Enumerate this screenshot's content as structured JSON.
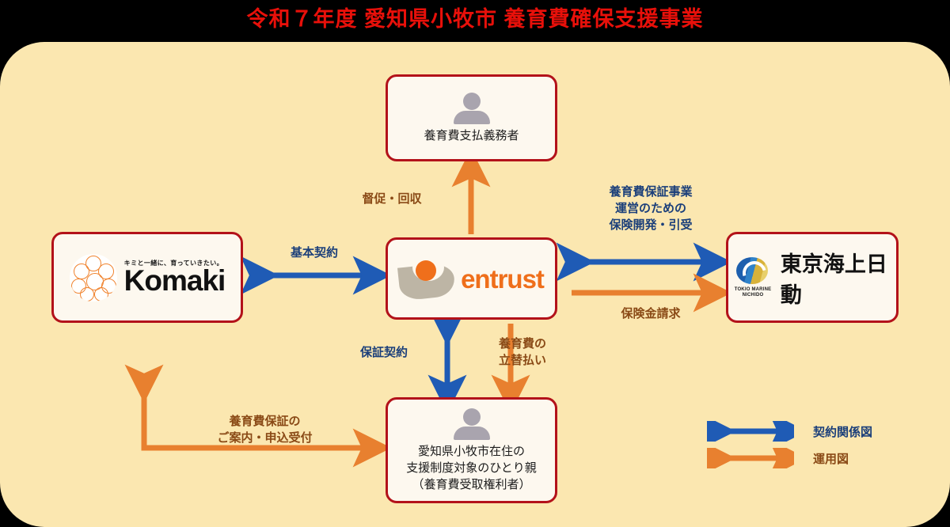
{
  "page": {
    "title": "令和７年度 愛知県小牧市 養育費確保支援事業",
    "title_color": "#e8100a",
    "panel_color": "#fbe7b0",
    "blue": "#1f5bb5",
    "orange": "#e8802f"
  },
  "nodes": {
    "obligor": {
      "label": "養育費支払義務者",
      "icon": "person-icon"
    },
    "entrust": {
      "logo_text": "entrust",
      "icon": "entrust-logo"
    },
    "komaki": {
      "tagline": "キミと一緒に、育っていきたい。",
      "name": "Komaki",
      "icon": "komaki-logo"
    },
    "tokio": {
      "sub": "TOKIO MARINE\nNICHIDO",
      "sub_line1": "TOKIO MARINE",
      "sub_line2": "NICHIDO",
      "name": "東京海上日動",
      "icon": "tokio-marine-logo"
    },
    "parent": {
      "line1": "愛知県小牧市在住の",
      "line2": "支援制度対象のひとり親",
      "line3": "（養育費受取権利者）",
      "icon": "person-icon"
    }
  },
  "arrows": {
    "obligor_collect": {
      "label": "督促・回収",
      "color": "orange",
      "direction": "up"
    },
    "basic_contract": {
      "label": "基本契約",
      "color": "blue",
      "direction": "both"
    },
    "insurance_dev": {
      "label_line1": "養育費保証事業",
      "label_line2": "運営のための",
      "label_line3": "保険開発・引受",
      "color": "blue",
      "direction": "both"
    },
    "insurance_claim": {
      "label": "保険金請求",
      "color": "orange",
      "direction": "right"
    },
    "guarantee_contract": {
      "label": "保証契約",
      "color": "blue",
      "direction": "both"
    },
    "advance_payment": {
      "label_line1": "養育費の",
      "label_line2": "立替払い",
      "color": "orange",
      "direction": "down"
    },
    "guidance_application": {
      "label_line1": "養育費保証の",
      "label_line2": "ご案内・申込受付",
      "color": "orange",
      "direction": "both"
    }
  },
  "legend": {
    "items": [
      {
        "label": "契約関係図",
        "color": "blue"
      },
      {
        "label": "運用図",
        "color": "orange"
      }
    ]
  }
}
